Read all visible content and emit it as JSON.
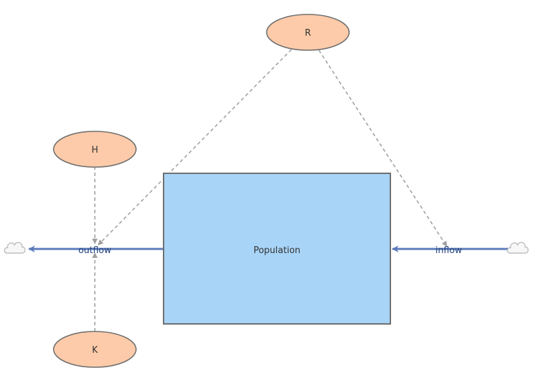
{
  "diagram": {
    "stock": {
      "label": "Population"
    },
    "flows": {
      "inflow": {
        "label": "inflow"
      },
      "outflow": {
        "label": "outflow"
      }
    },
    "variables": {
      "r": {
        "label": "R"
      },
      "h": {
        "label": "H"
      },
      "k": {
        "label": "K"
      }
    },
    "colors": {
      "stock_fill": "#a8d4f7",
      "stock_stroke": "#6e6e6e",
      "variable_fill": "#fdcba9",
      "variable_stroke": "#6e6e6e",
      "flow_pipe": "#5b7bbd",
      "link": "#a0a0a0",
      "cloud_stroke": "#bdbdbd"
    },
    "icons": {
      "source": "cloud-icon",
      "sink": "cloud-icon"
    }
  }
}
